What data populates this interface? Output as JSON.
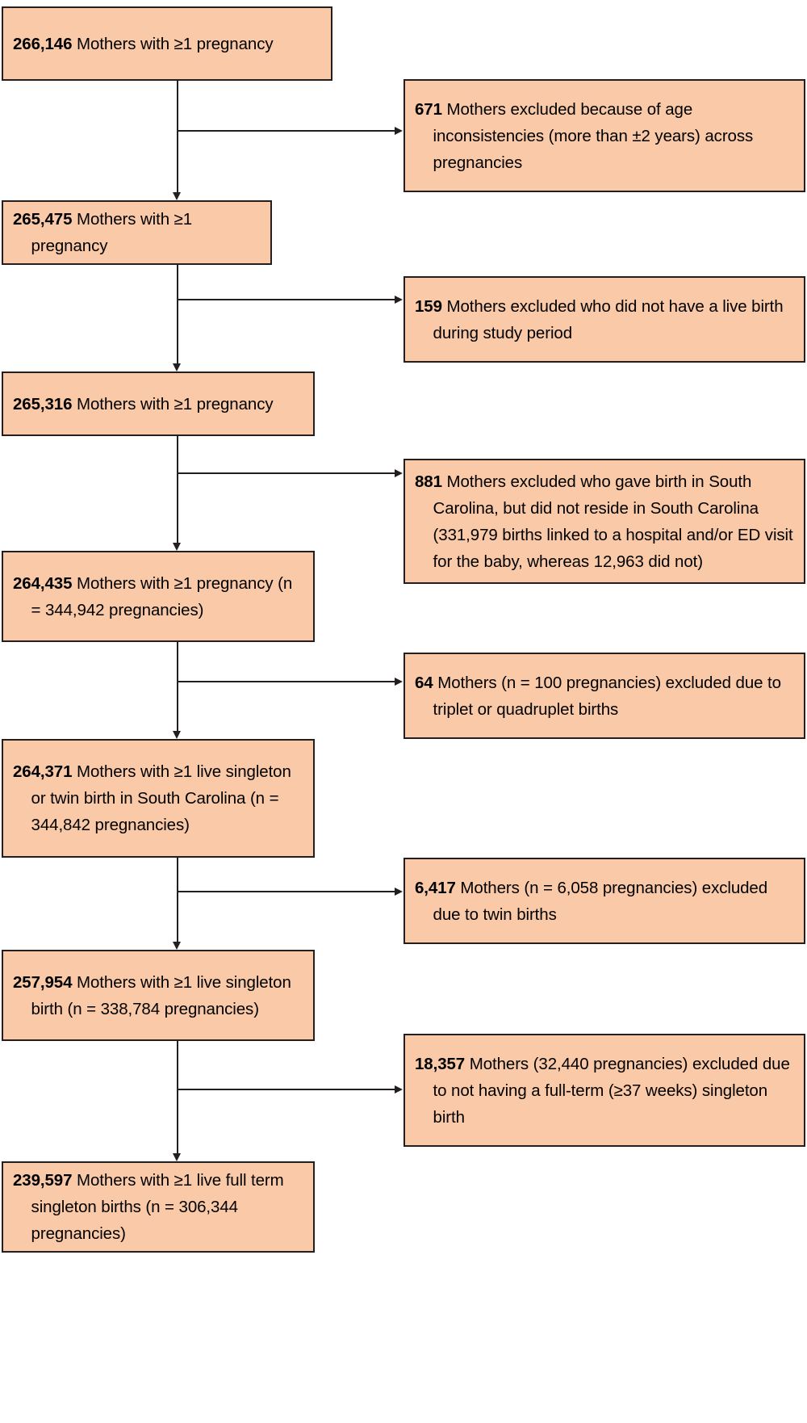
{
  "figure": {
    "type": "flowchart",
    "orientation": "vertical-with-right-exclusions",
    "colors": {
      "box_fill": "#f9c9a8",
      "box_border": "#231f20",
      "text": "#000000",
      "connector": "#231f20",
      "background": "#ffffff"
    }
  },
  "main_flow": [
    {
      "id": "step-1",
      "count": "266,146",
      "text": "Mothers with ≥1 pregnancy"
    },
    {
      "id": "step-2",
      "count": "265,475",
      "text": "Mothers with ≥1 pregnancy"
    },
    {
      "id": "step-3",
      "count": "265,316",
      "text": "Mothers with ≥1 pregnancy"
    },
    {
      "id": "step-4",
      "count": "264,435",
      "text": "Mothers with ≥1 pregnancy (n = 344,942 pregnancies)"
    },
    {
      "id": "step-5",
      "count": "264,371",
      "text": "Mothers with ≥1 live singleton or twin birth in South Carolina (n = 344,842 pregnancies)"
    },
    {
      "id": "step-6",
      "count": "257,954",
      "text": "Mothers with ≥1 live singleton birth (n = 338,784 pregnancies)"
    },
    {
      "id": "step-7",
      "count": "239,597",
      "text": "Mothers with ≥1 live full term singleton births (n = 306,344 pregnancies)"
    }
  ],
  "exclusions": [
    {
      "id": "exclusion-1",
      "count": "671",
      "text": "Mothers excluded because of age inconsistencies (more than ±2 years) across pregnancies"
    },
    {
      "id": "exclusion-2",
      "count": "159",
      "text": "Mothers excluded who did not have a live birth during study period"
    },
    {
      "id": "exclusion-3",
      "count": "881",
      "text": "Mothers excluded who gave birth in South Carolina, but did not reside in South Carolina (331,979 births linked to a hospital and/or ED visit for the baby, whereas 12,963 did not)"
    },
    {
      "id": "exclusion-4",
      "count": "64",
      "text": "Mothers (n = 100 pregnancies) excluded due to triplet or quadruplet births"
    },
    {
      "id": "exclusion-5",
      "count": "6,417",
      "text": "Mothers (n = 6,058 pregnancies) excluded due to twin births"
    },
    {
      "id": "exclusion-6",
      "count": "18,357",
      "text": "Mothers (32,440 pregnancies) excluded due to not having a full-term (≥37 weeks) singleton birth"
    }
  ]
}
